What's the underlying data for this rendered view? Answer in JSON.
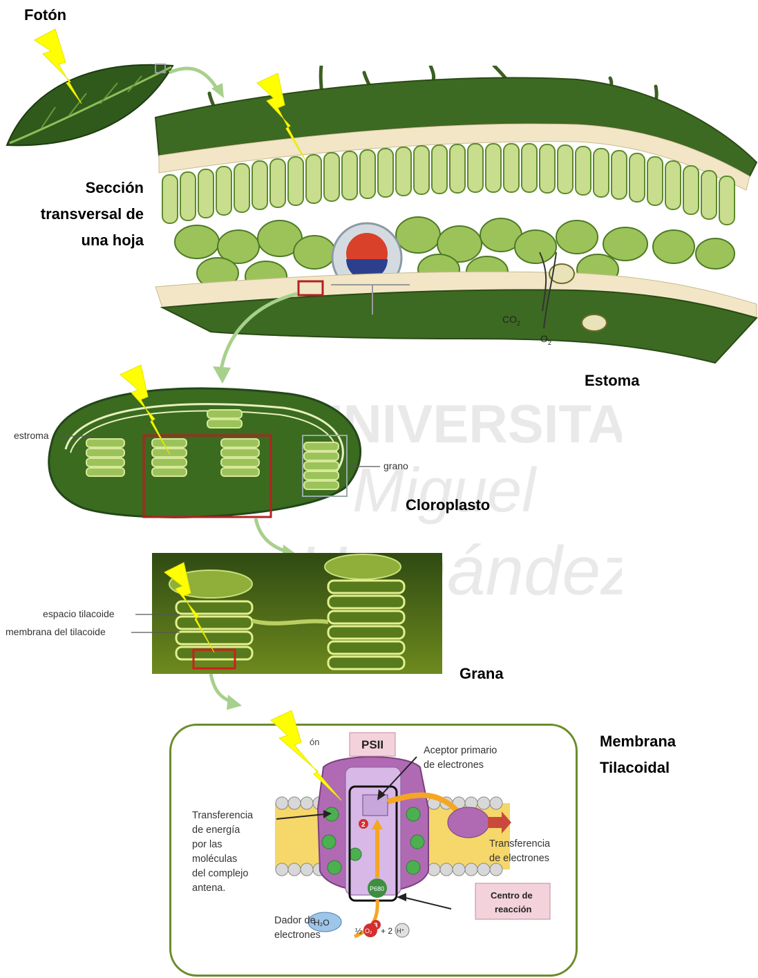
{
  "labels": {
    "foton": "Fotón",
    "seccion_line1": "Sección",
    "seccion_line2": "transversal de",
    "seccion_line3": "una hoja",
    "estoma": "Estoma",
    "cloroplasto": "Cloroplasto",
    "grana": "Grana",
    "membrana_line1": "Membrana",
    "membrana_line2": "Tilacoidal"
  },
  "leaf_section": {
    "co2": "CO",
    "co2_sub": "2",
    "o2": "O",
    "o2_sub": "2"
  },
  "chloroplast": {
    "estroma": "estroma",
    "grano": "grano"
  },
  "grana": {
    "espacio": "espacio tilacoide",
    "membrana": "membrana del tilacoide"
  },
  "psii": {
    "title": "PSII",
    "foton_partial": "ón",
    "aceptor_line1": "Aceptor primario",
    "aceptor_line2": "de electrones",
    "transfer_energy": [
      "Transferencia",
      "de energía",
      "por las",
      "moléculas",
      "del complejo",
      "antena."
    ],
    "transfer_electrons_line1": "Transferencia",
    "transfer_electrons_line2": "de electrones",
    "dador_line1": "Dador de",
    "dador_line2": "electrones",
    "h2o": "H₂O",
    "p680": "P680",
    "centro_line1": "Centro de",
    "centro_line2": "reacción",
    "step2": "2",
    "step3": "3",
    "products": "½",
    "plus2": "+ 2",
    "o2": "O₂",
    "hplus": "H⁺"
  },
  "colors": {
    "leaf_dark": "#3f6b1f",
    "leaf_mid": "#7fae3a",
    "cell_light": "#c9dd8e",
    "epidermis": "#f2e6c6",
    "lightning": "#ffff00",
    "highlight_box": "#b22222",
    "frame": "#6b8c2a",
    "psii_purple": "#b06ab3",
    "arrow_orange": "#f5a623"
  }
}
